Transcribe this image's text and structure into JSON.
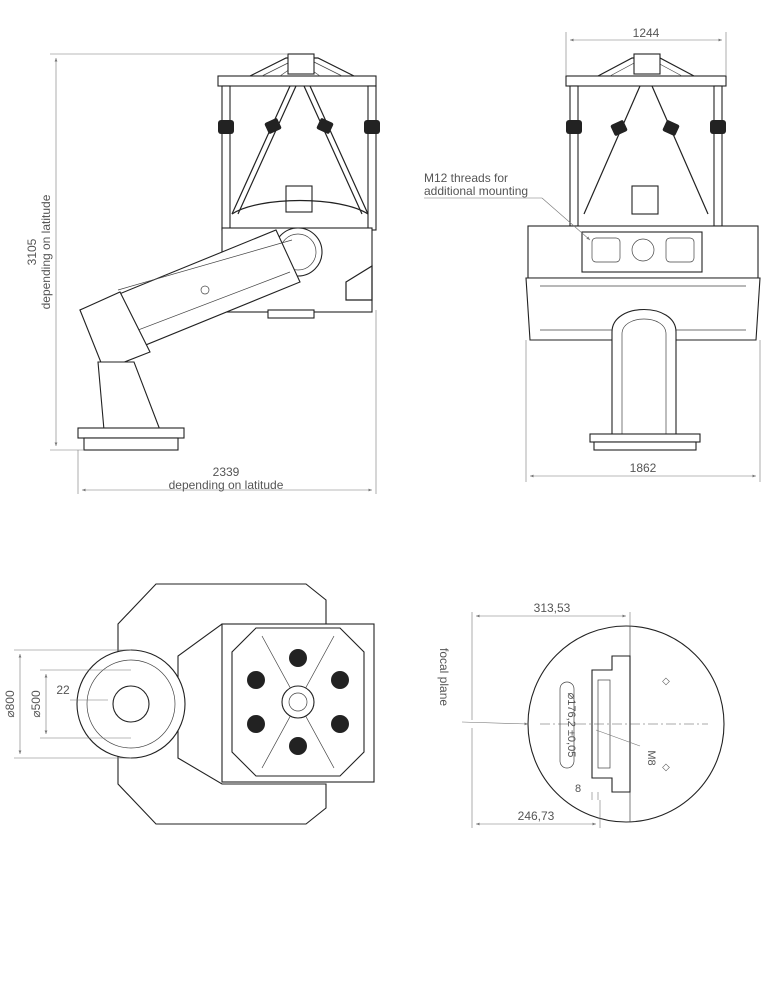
{
  "views": {
    "side": {
      "height_value": "3105",
      "height_note": "depending on latitude",
      "width_value": "2339",
      "width_note": "depending on latitude"
    },
    "front": {
      "top_width": "1244",
      "base_width": "1862",
      "callout_line1": "M12 threads for",
      "callout_line2": "additional mounting"
    },
    "top": {
      "dia_outer": "⌀800",
      "dia_inner": "⌀500",
      "offset": "22"
    },
    "detail": {
      "top_length": "313,53",
      "bottom_length": "246,73",
      "focal_plane": "focal plane",
      "bore": "⌀176,2 ±0,05",
      "thread": "M8",
      "small_dim": "8"
    }
  },
  "colors": {
    "line": "#222222",
    "dimension": "#777777",
    "text": "#555555"
  }
}
